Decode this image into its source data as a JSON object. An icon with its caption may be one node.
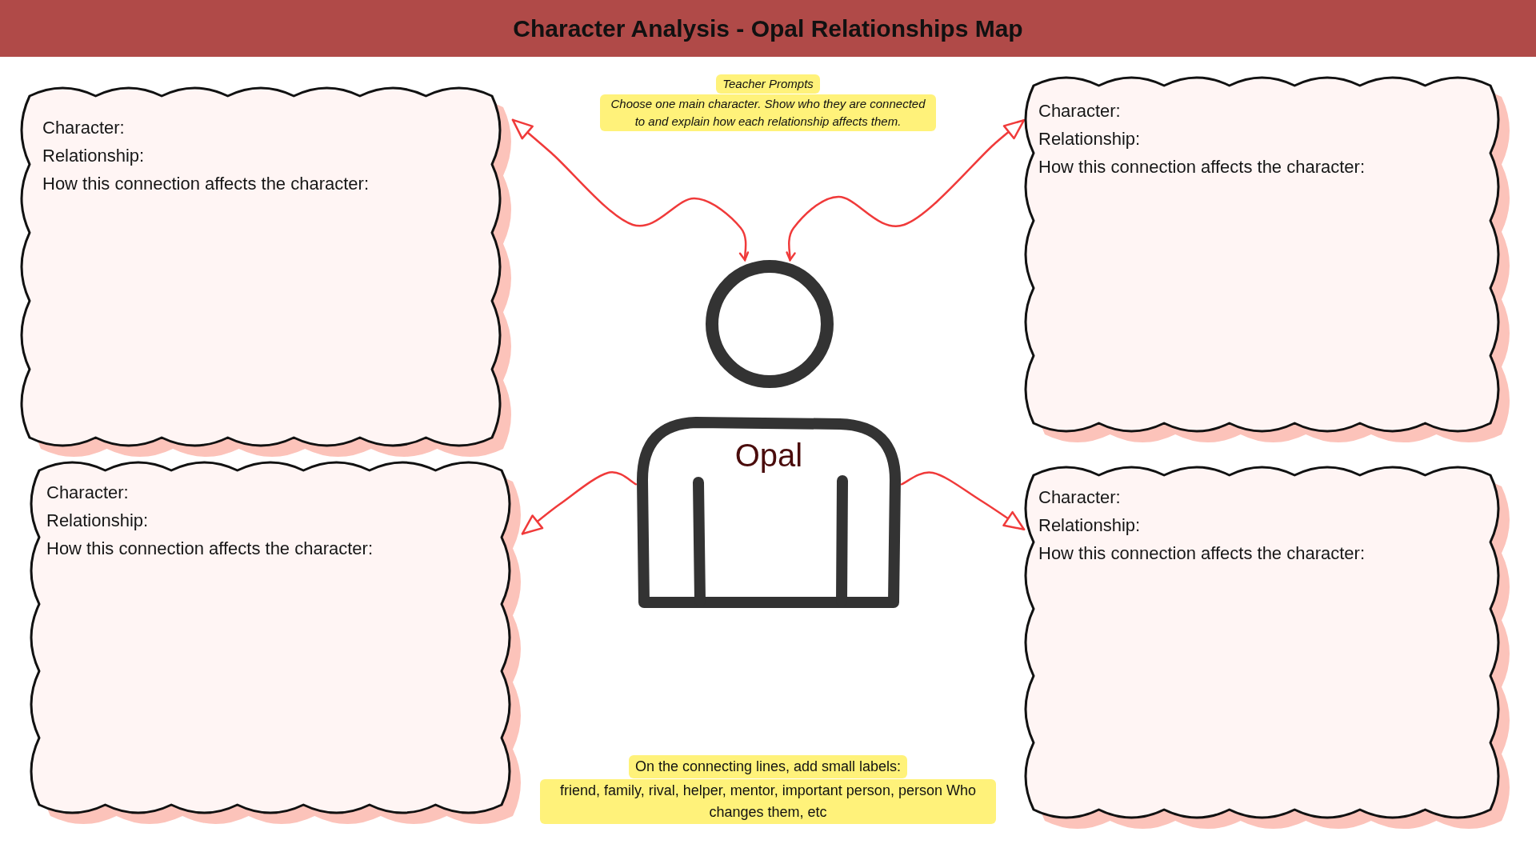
{
  "diagram": {
    "title": "Character Analysis - Opal Relationships Map",
    "nodes": [
      {
        "text": [
          "Opal"
        ]
      },
      {
        "text": [
          "Character:",
          "Relationship:",
          "How this connection affects the character:"
        ]
      },
      {
        "text": [
          "Character:",
          "Relationship:",
          "How this connection affects the character:"
        ]
      },
      {
        "text": [
          "Character:",
          "Relationship:",
          "How this connection affects the character:"
        ]
      },
      {
        "text": [
          "Character:",
          "Relationship:",
          "How this connection affects the character:"
        ]
      }
    ],
    "edges": [
      {
        "from": 0,
        "to": 1,
        "arrow": "both"
      },
      {
        "from": 0,
        "to": 2,
        "arrow": "both"
      },
      {
        "from": 0,
        "to": 3,
        "arrow": "to"
      },
      {
        "from": 0,
        "to": 4,
        "arrow": "to"
      }
    ],
    "labels": [
      "Teacher Prompts",
      "Choose one main character. Show who they are connected to and explain how each relationship affects them.",
      "On the connecting lines, add small labels:",
      "friend, family, rival, helper, mentor, important person, person Who changes them, etc"
    ]
  }
}
